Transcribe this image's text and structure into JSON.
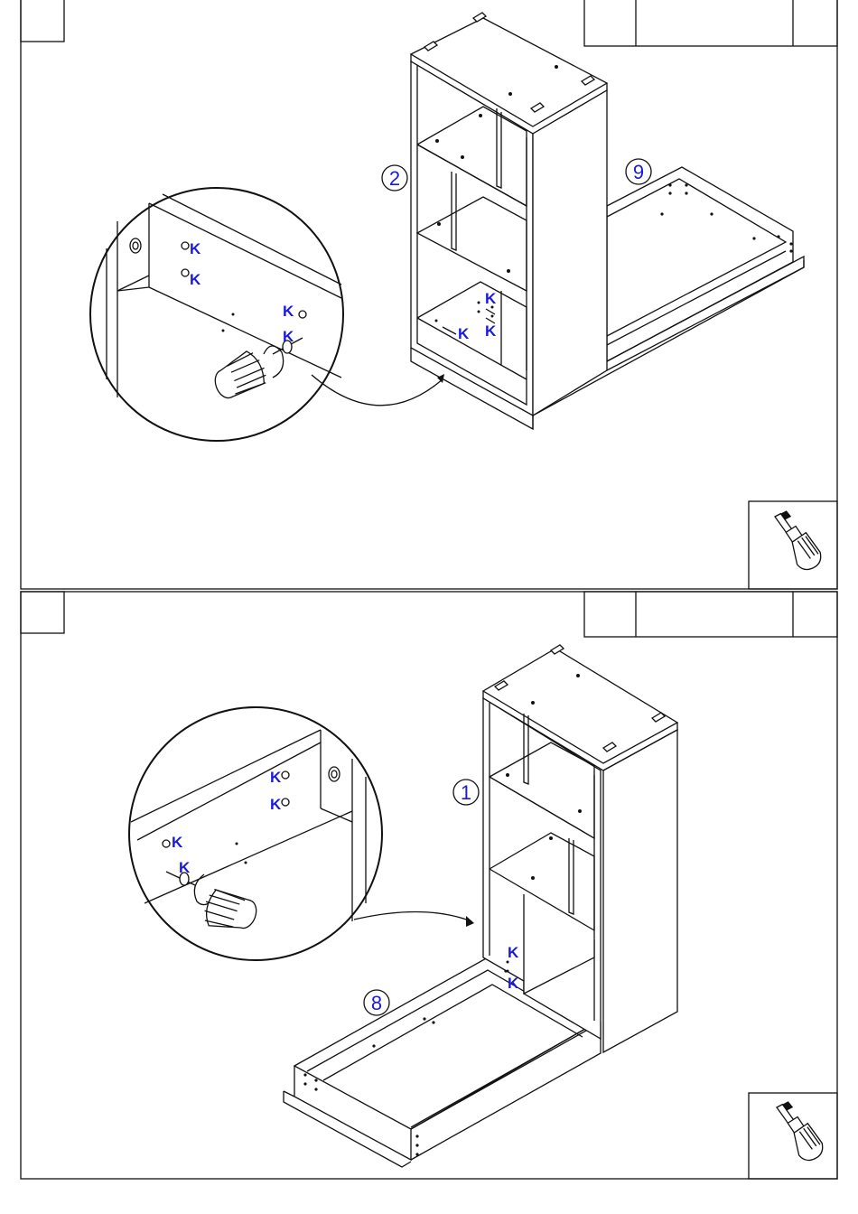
{
  "steps": [
    {
      "part_labels": [
        "2",
        "9"
      ],
      "hardware_labels": [
        "K",
        "K",
        "K",
        "K",
        "K",
        "K",
        "K"
      ],
      "tool_icon": "screwdriver-icon"
    },
    {
      "part_labels": [
        "1",
        "8"
      ],
      "hardware_labels": [
        "K",
        "K",
        "K",
        "K",
        "K",
        "K"
      ],
      "tool_icon": "screwdriver-icon"
    }
  ],
  "colors": {
    "label": "#1a1adc",
    "line": "#111111",
    "background": "#ffffff"
  }
}
